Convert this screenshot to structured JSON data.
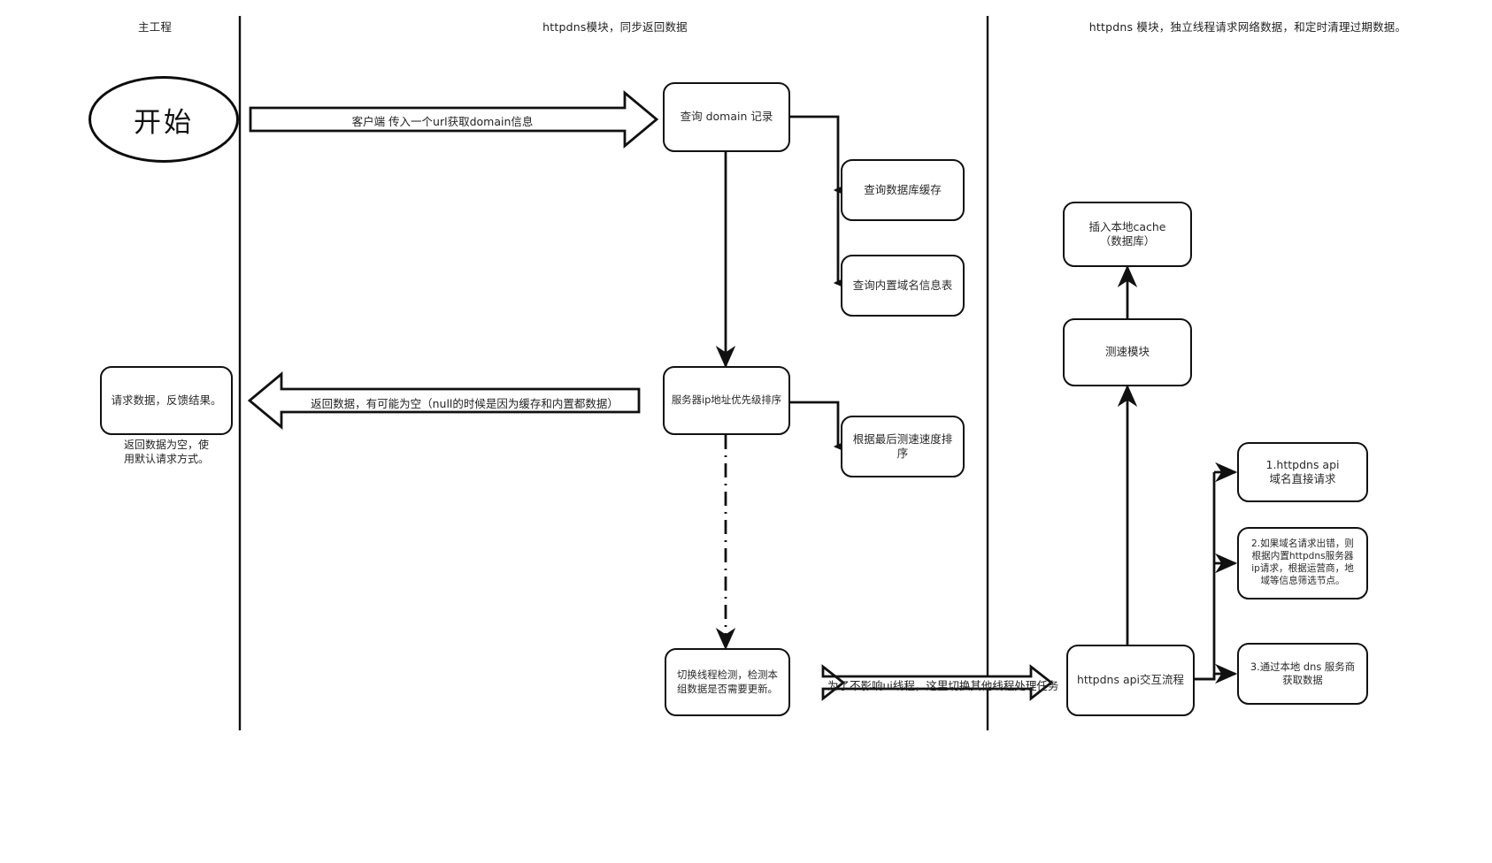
{
  "diagram": {
    "type": "flowchart",
    "title_lanes": [
      {
        "id": "lane-main",
        "label": "主工程"
      },
      {
        "id": "lane-httpdns-sync",
        "label": "httpdns模块，同步返回数据"
      },
      {
        "id": "lane-httpdns-thread",
        "label": "httpdns 模块，独立线程请求网络数据，和定时清理过期数据。"
      }
    ],
    "start_node": {
      "label": "开始"
    },
    "nodes": [
      {
        "id": "n-request-feedback",
        "label": "请求数据，反馈结果。"
      },
      {
        "id": "n-query-domain",
        "label": "查询 domain 记录"
      },
      {
        "id": "n-query-db-cache",
        "label": "查询数据库缓存"
      },
      {
        "id": "n-query-builtin",
        "label": "查询内置域名信息表"
      },
      {
        "id": "n-ip-priority-sort",
        "label": "服务器ip地址优先级排序"
      },
      {
        "id": "n-sort-by-speed",
        "label": "根据最后测速速度排序"
      },
      {
        "id": "n-switch-thread",
        "label": "切换线程检测，检测本\n组数据是否需要更新。"
      },
      {
        "id": "n-insert-local-cache",
        "label": "插入本地cache\n（数据库）"
      },
      {
        "id": "n-speed-module",
        "label": "测速模块"
      },
      {
        "id": "n-httpdns-api-flow",
        "label": "httpdns api交互流程"
      },
      {
        "id": "n-opt-1",
        "label": "1.httpdns api\n域名直接请求"
      },
      {
        "id": "n-opt-2",
        "label": "2.如果域名请求出错，则\n根据内置httpdns服务器\nip请求，根据运营商，地\n域等信息筛选节点。"
      },
      {
        "id": "n-opt-3",
        "label": "3.通过本地 dns 服务商\n获取数据"
      }
    ],
    "edge_labels": [
      {
        "id": "e-client-url",
        "label": "客户端 传入一个url获取domain信息"
      },
      {
        "id": "e-return-data",
        "label": "返回数据，有可能为空（null的时候是因为缓存和内置都数据）"
      },
      {
        "id": "e-switch-thread",
        "label": "为了不影响ui线程，这里切换其他线程处理任务"
      }
    ],
    "notes": [
      {
        "id": "note-empty-default",
        "label": "返回数据为空，使\n用默认请求方式。"
      }
    ],
    "colors": {
      "stroke": "#111111",
      "text": "#222222",
      "background": "#ffffff"
    }
  }
}
